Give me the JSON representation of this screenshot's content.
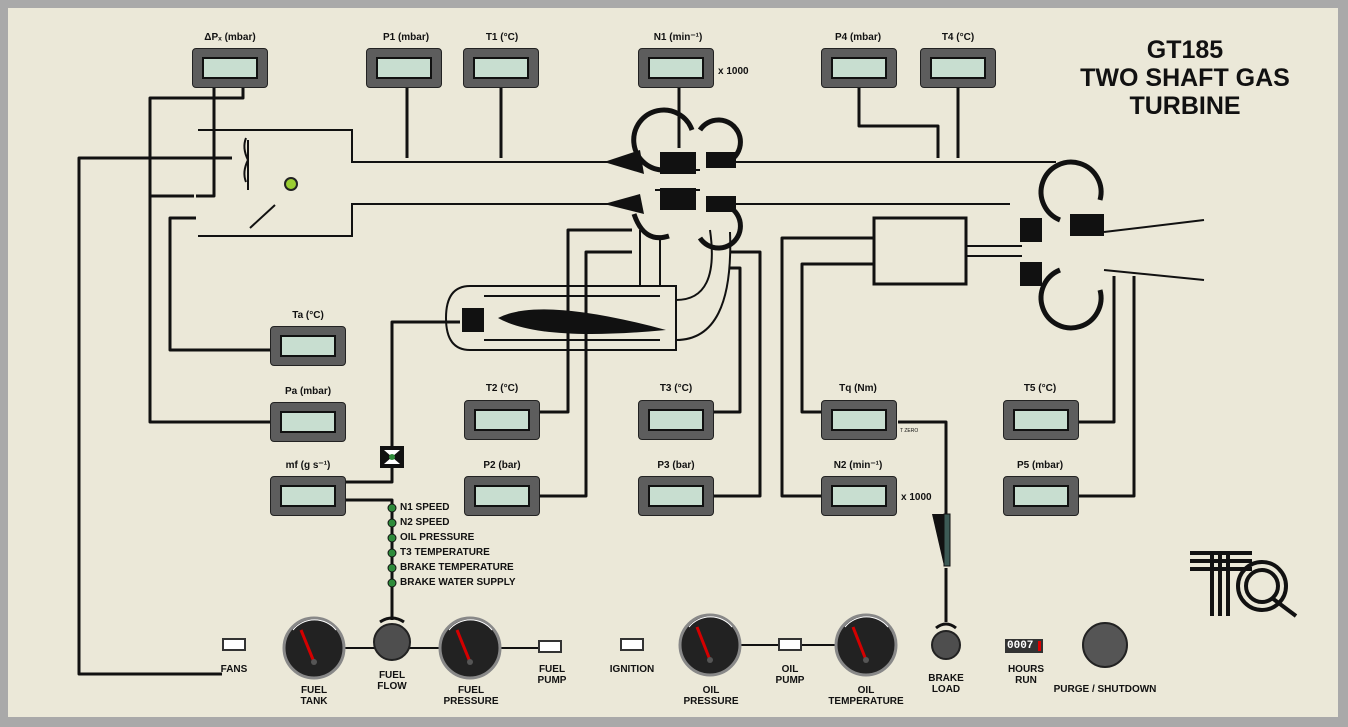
{
  "title": {
    "line1": "GT185",
    "line2": "TWO SHAFT GAS",
    "line3": "TURBINE"
  },
  "logo": {
    "text": "TQ"
  },
  "displays": {
    "dp": "ΔPₓ (mbar)",
    "p1": "P1 (mbar)",
    "t1": "T1 (°C)",
    "n1": "N1 (min⁻¹)",
    "p4": "P4 (mbar)",
    "t4": "T4 (°C)",
    "ta": "Ta (°C)",
    "pa": "Pa (mbar)",
    "mf": "mf (g s⁻¹)",
    "t2": "T2 (°C)",
    "p2": "P2 (bar)",
    "t3": "T3 (°C)",
    "p3": "P3 (bar)",
    "tq": "Tq (Nm)",
    "n2": "N2 (min⁻¹)",
    "t5": "T5 (°C)",
    "p5": "P5 (mbar)"
  },
  "multipliers": {
    "n1": "x 1000",
    "n2": "x 1000"
  },
  "tzero": "T ZERO",
  "alarms": [
    "N1 SPEED",
    "N2 SPEED",
    "OIL PRESSURE",
    "T3 TEMPERATURE",
    "BRAKE TEMPERATURE",
    "BRAKE WATER SUPPLY"
  ],
  "controls": {
    "fans": "FANS",
    "fuel_tank_1": "FUEL",
    "fuel_tank_2": "TANK",
    "fuel_flow_1": "FUEL",
    "fuel_flow_2": "FLOW",
    "fuel_pressure_1": "FUEL",
    "fuel_pressure_2": "PRESSURE",
    "fuel_pump_1": "FUEL",
    "fuel_pump_2": "PUMP",
    "ignition": "IGNITION",
    "oil_pressure_1": "OIL",
    "oil_pressure_2": "PRESSURE",
    "oil_pump_1": "OIL",
    "oil_pump_2": "PUMP",
    "oil_temp_1": "OIL",
    "oil_temp_2": "TEMPERATURE",
    "brake_load_1": "BRAKE",
    "brake_load_2": "LOAD",
    "hours_run_1": "HOURS",
    "hours_run_2": "RUN",
    "hours_value": "0007",
    "purge": "PURGE / SHUTDOWN"
  },
  "colors": {
    "panel": "#ebe8d8",
    "screen": "#c8ded0",
    "led_green": "#2e8b3a",
    "needle": "#d40000",
    "frame": "#a9a9a9"
  }
}
